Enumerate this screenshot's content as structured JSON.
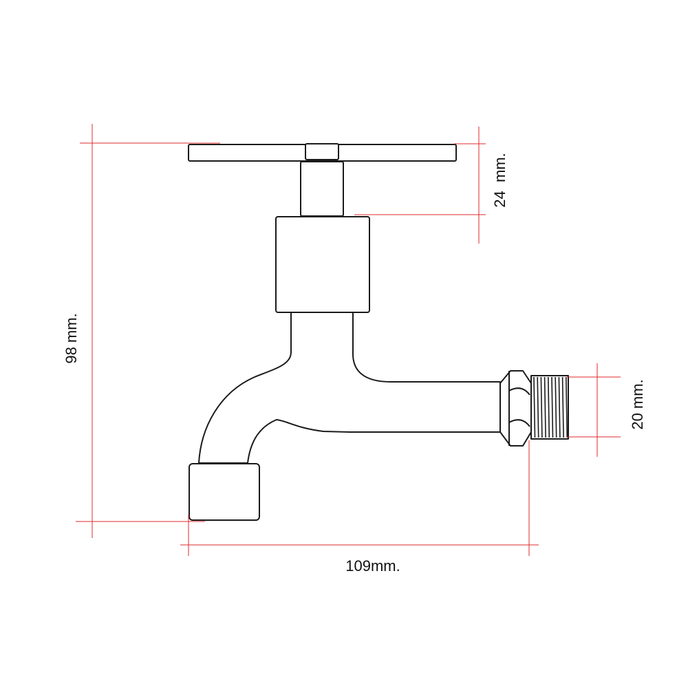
{
  "dimensions": {
    "height": "98 mm.",
    "handle_height": "24  mm.",
    "thread_diameter": "20 mm.",
    "width": "109mm."
  },
  "colors": {
    "outline": "#1a1a1a",
    "dimension_line": "#e0282e",
    "background": "#ffffff"
  }
}
